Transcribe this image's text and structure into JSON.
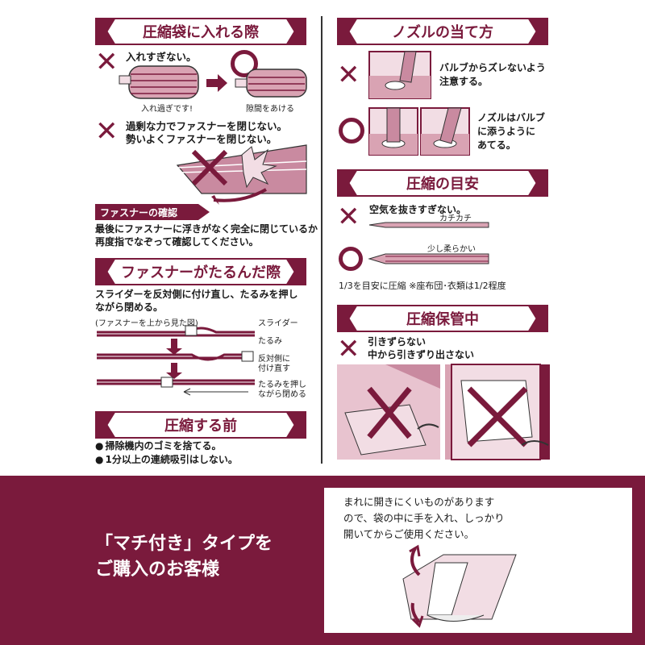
{
  "left": {
    "sec1": {
      "title": "圧縮袋に入れる際",
      "ng1": "入れすぎない。",
      "overfill_label": "入れ過ぎです!",
      "gap_label": "隙間をあける",
      "ng2_line1": "過剰な力でファスナーを閉じない。",
      "ng2_line2": "勢いよくファスナーを閉じない。"
    },
    "check": {
      "title": "ファスナーの確認",
      "line1": "最後にファスナーに浮きがなく完全に閉じているか",
      "line2": "再度指でなぞって確認してください。"
    },
    "sec2": {
      "title": "ファスナーがたるんだ際",
      "line1": "スライダーを反対側に付け直し、たるみを押し",
      "line2": "ながら閉める。",
      "view_label": "(ファスナーを上から見た図)",
      "slider_label": "スライダー",
      "slack_label": "たるみ",
      "reattach_l1": "反対側に",
      "reattach_l2": "付け直す",
      "press_l1": "たるみを押し",
      "press_l2": "ながら閉める"
    },
    "sec3": {
      "title": "圧縮する前",
      "b1": "掃除機内のゴミを捨てる。",
      "b2": "1分以上の連続吸引はしない。"
    }
  },
  "right": {
    "sec1": {
      "title": "ノズルの当て方",
      "ng_l1": "バルブからズレないよう",
      "ng_l2": "注意する。",
      "ok_l1": "ノズルはバルブ",
      "ok_l2": "に添うように",
      "ok_l3": "あてる。"
    },
    "sec2": {
      "title": "圧縮の目安",
      "ng": "空気を抜きすぎない。",
      "hard_label": "カチカチ",
      "soft_label": "少し柔らかい",
      "note": "1/3を目安に圧縮 ※座布団･衣類は1/2程度"
    },
    "sec3": {
      "title": "圧縮保管中",
      "ng_l1": "引きずらない",
      "ng_l2": "中から引きずり出さない"
    }
  },
  "bottom": {
    "headline_l1": "「マチ付き」タイプを",
    "headline_l2": "ご購入のお客様",
    "note_l1": "まれに開きにくいものがありま",
    "note_l1b": "す",
    "note_l2": "ので、袋の中に手を入れ、しっかり",
    "note_l3": "開いてからご使用ください。"
  },
  "colors": {
    "brand": "#7a1a3c",
    "pink": "#d9a3b3",
    "light": "#f2dde4"
  }
}
